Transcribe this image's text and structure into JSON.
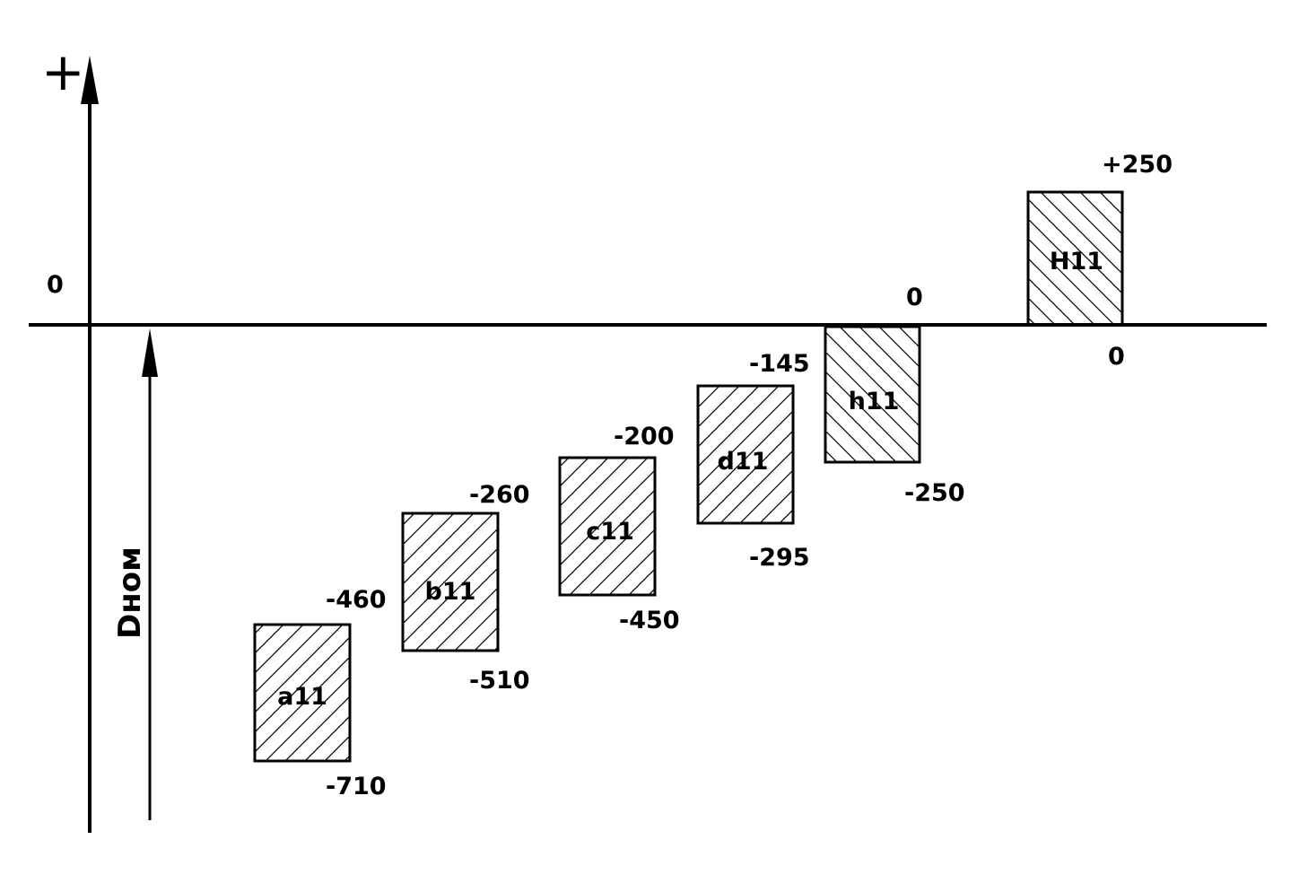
{
  "diagram": {
    "plus_sign": "+",
    "zero_axis_label": "0",
    "nominal_label": "Dном",
    "zones": [
      {
        "name": "a11",
        "upper": "-460",
        "lower": "-710",
        "hatch": "forward"
      },
      {
        "name": "b11",
        "upper": "-260",
        "lower": "-510",
        "hatch": "forward"
      },
      {
        "name": "c11",
        "upper": "-200",
        "lower": "-450",
        "hatch": "forward"
      },
      {
        "name": "d11",
        "upper": "-145",
        "lower": "-295",
        "hatch": "forward"
      },
      {
        "name": "h11",
        "upper": "0",
        "lower": "-250",
        "hatch": "back"
      },
      {
        "name": "H11",
        "upper": "+250",
        "lower": "0",
        "hatch": "back"
      }
    ],
    "colors": {
      "ink": "#000000",
      "background": "#ffffff"
    }
  }
}
